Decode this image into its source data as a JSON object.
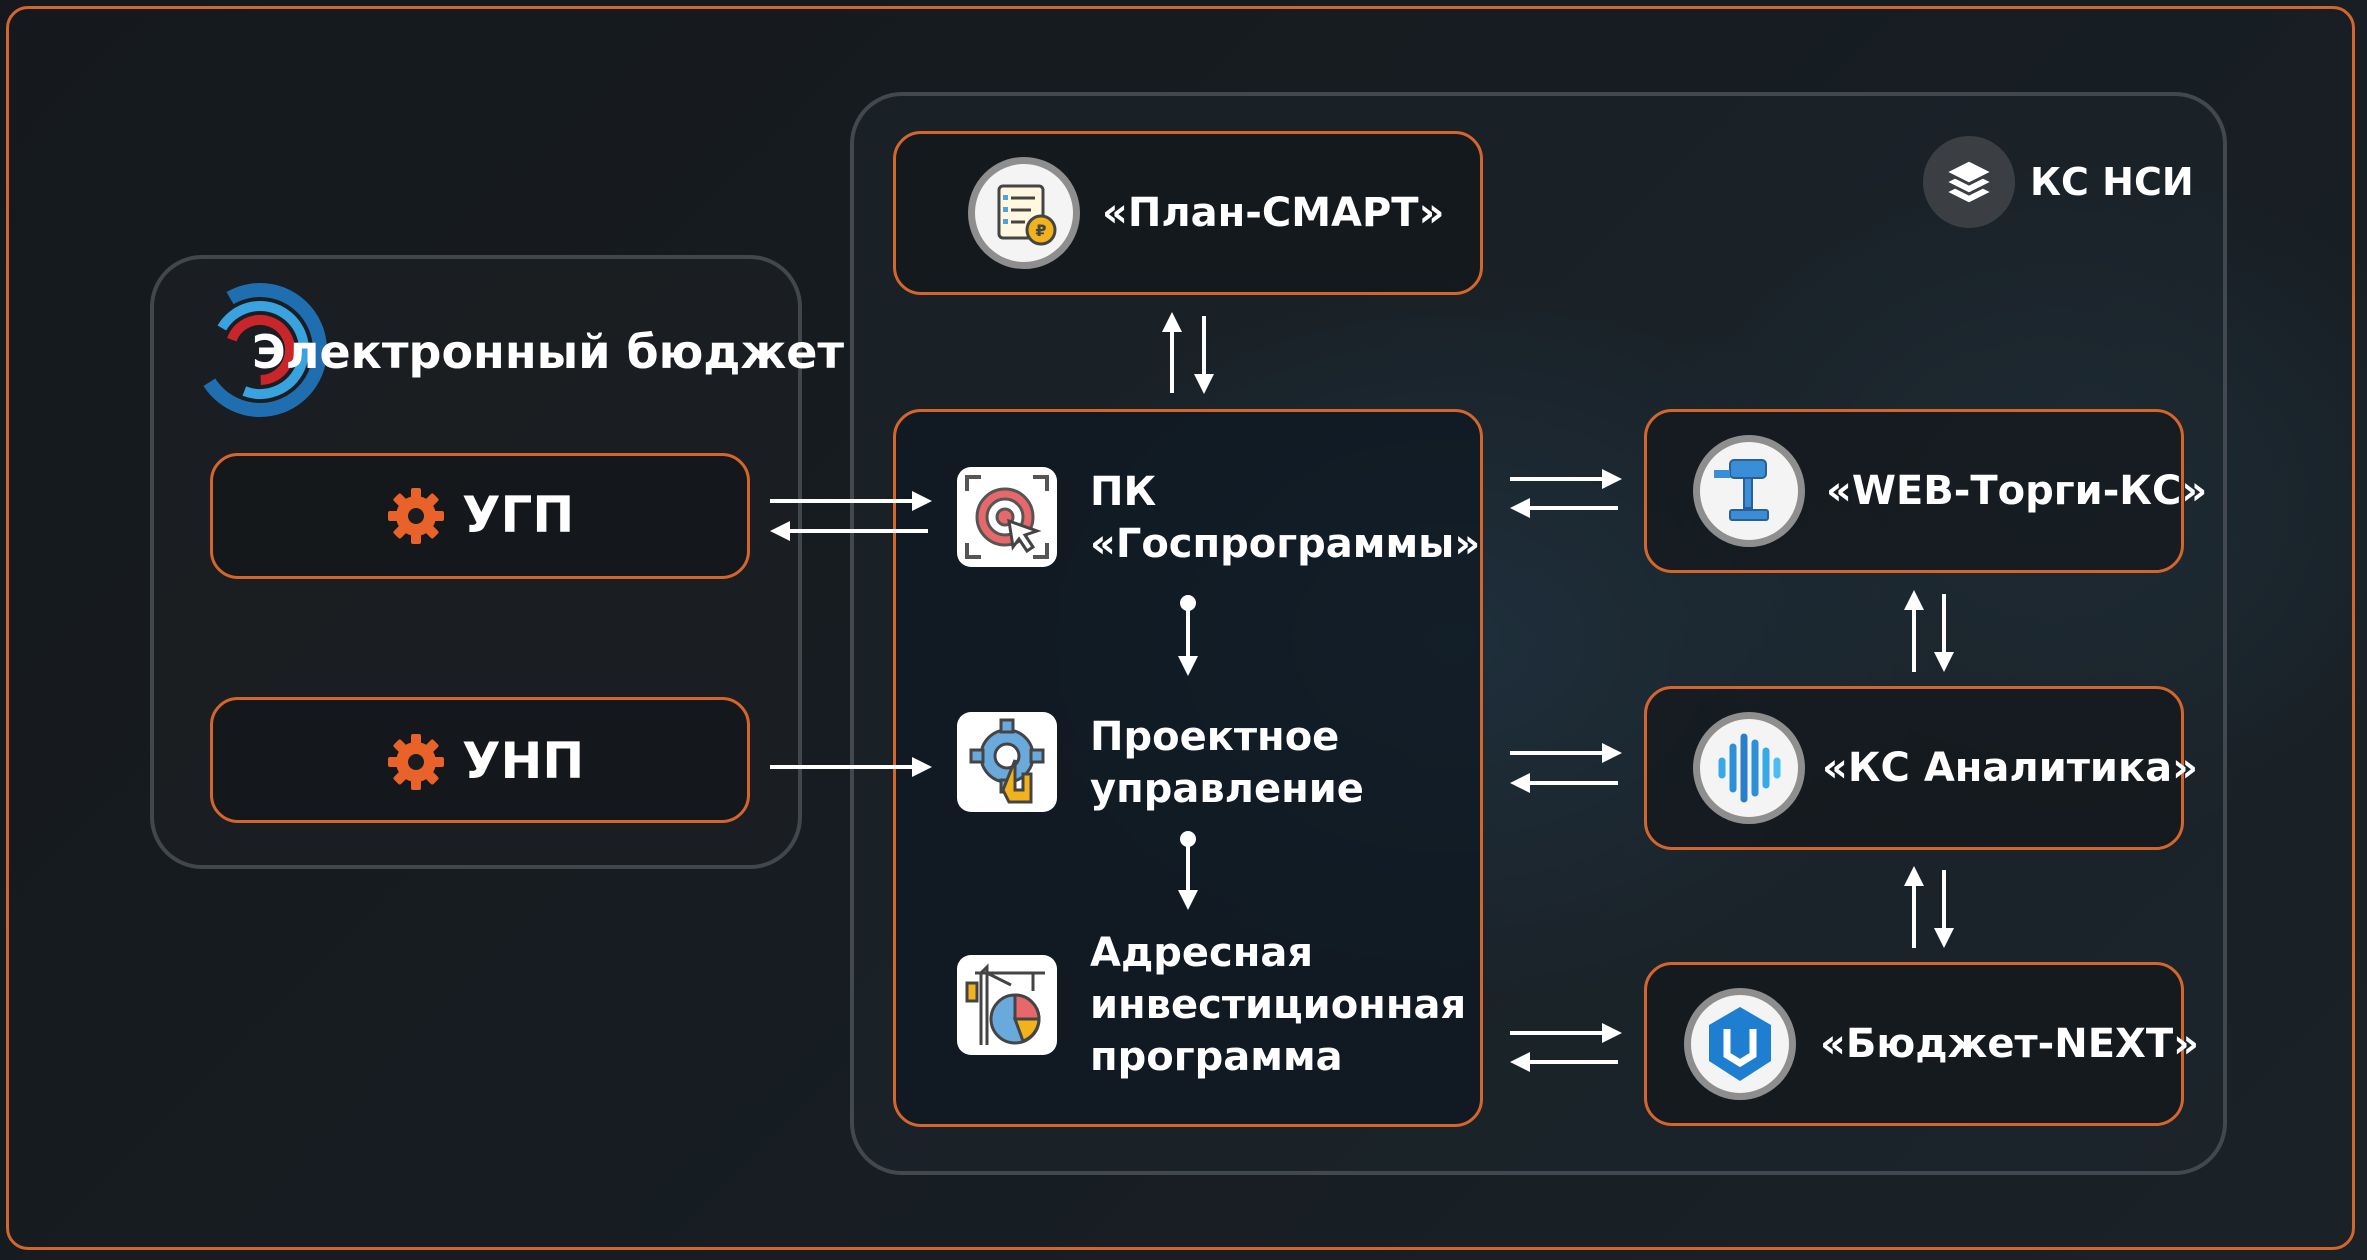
{
  "left_group": {
    "title": "Электронный бюджет",
    "items": [
      {
        "label": "УГП",
        "icon": "gear-icon"
      },
      {
        "label": "УНП",
        "icon": "gear-icon"
      }
    ]
  },
  "ks_nsi": {
    "label": "КС НСИ",
    "icon": "stack-layers-icon"
  },
  "plan_smart": {
    "label": "«План-СМАРТ»",
    "icon": "checklist-ruble-icon"
  },
  "center_modules": [
    {
      "label": "ПК «Госпрограммы»",
      "icon": "target-cursor-icon"
    },
    {
      "label": "Проектное управление",
      "icon": "gear-hand-icon"
    },
    {
      "label": "Адресная инвестиционная программа",
      "icon": "crane-chart-icon"
    }
  ],
  "right_systems": [
    {
      "label": "«WEB-Торги-КС»",
      "icon": "gavel-icon"
    },
    {
      "label": "«КС Аналитика»",
      "icon": "sound-bars-icon"
    },
    {
      "label": "«Бюджет-NEXT»",
      "icon": "shield-logo-icon"
    }
  ],
  "colors": {
    "accent_orange": "#d4662c",
    "background": "#111417",
    "panel_border": "#50565c",
    "text": "#ffffff"
  }
}
